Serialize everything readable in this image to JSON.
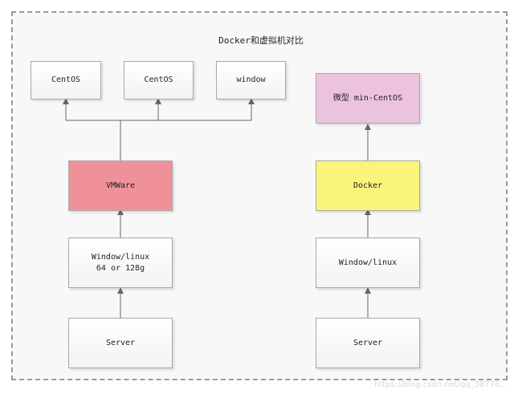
{
  "diagram": {
    "title": "Docker和虚拟机对比",
    "vm_stack": {
      "guests": [
        "CentOS",
        "CentOS",
        "window"
      ],
      "hypervisor": "VMWare",
      "host_os": "Window/linux\n64 or 128g",
      "server": "Server"
    },
    "docker_stack": {
      "container": "微型 min-CentOS",
      "engine": "Docker",
      "host_os": "Window/linux",
      "server": "Server"
    },
    "colors": {
      "vmware": "#f0919a",
      "docker": "#fbf47c",
      "min_centos": "#ebc3de",
      "default_box": "#ffffff",
      "connector": "#666666"
    },
    "watermark": "https://blog.csdn.net/qq_38776..."
  }
}
